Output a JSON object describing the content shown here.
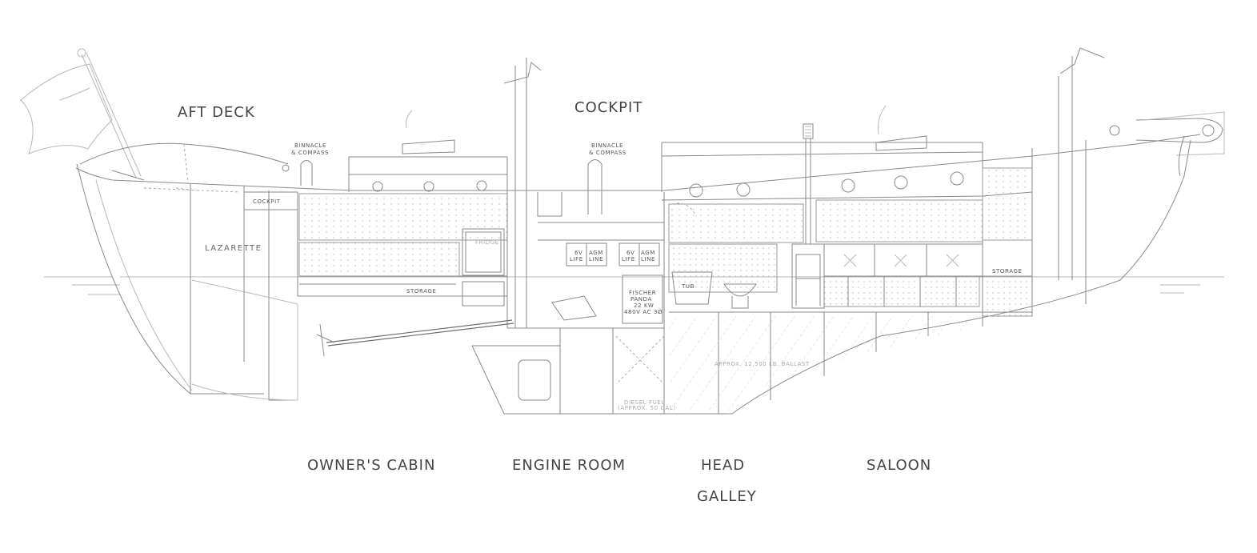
{
  "labels": {
    "aft_deck": "AFT DECK",
    "cockpit_title": "COCKPIT",
    "owners_cabin": "OWNER'S CABIN",
    "engine_room": "ENGINE ROOM",
    "head": "HEAD",
    "galley": "GALLEY",
    "saloon": "SALOON"
  },
  "small_labels": {
    "binnacle_aft_1": "BINNACLE",
    "binnacle_aft_2": "& COMPASS",
    "binnacle_fwd_1": "BINNACLE",
    "binnacle_fwd_2": "& COMPASS",
    "cockpit_small": "COCKPIT",
    "lazarette": "LAZARETTE",
    "storage_aft": "STORAGE",
    "storage_fwd": "STORAGE",
    "fridge": "FRIDGE",
    "battery_1a": "6V",
    "battery_1b": "AGM",
    "battery_1c": "LIFE",
    "battery_1d": "LINE",
    "battery_2a": "6V",
    "battery_2b": "AGM",
    "battery_2c": "LIFE",
    "battery_2d": "LINE",
    "generator_1": "FISCHER",
    "generator_2": "PANDA",
    "generator_3": "22 KW",
    "generator_4": "480V AC 3Ø",
    "tub": "TUB",
    "ballast": "APPROX. 12,500 LB. BALLAST",
    "fuel": "DIESEL FUEL",
    "fuel_approx": "(APPROX. 50 GAL)"
  },
  "colors": {
    "line": "#8a8a8a",
    "line_light": "#b8b8b8",
    "text": "#444444",
    "background": "#ffffff"
  }
}
